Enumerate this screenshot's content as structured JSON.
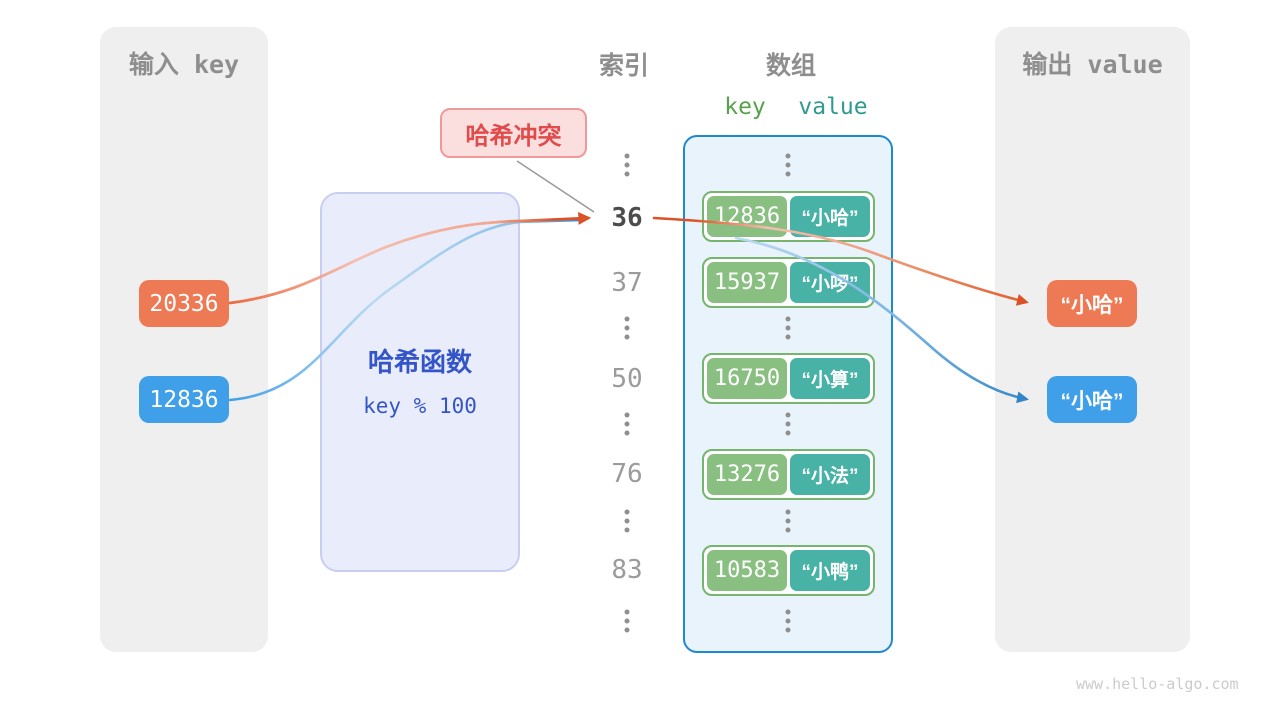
{
  "watermark": "www.hello-algo.com",
  "colors": {
    "orange_accent": "#ee7a55",
    "orange_arrow": "#dc5226",
    "blue_accent": "#3f9fe8",
    "blue_arrow": "#3285c8",
    "key_green": "#8abf82",
    "value_teal": "#49b2a7",
    "pair_border_green": "#77b56e",
    "array_border_blue": "#1e88d0",
    "array_bg": "#e8f3fb",
    "hash_box_bg": "#e9edfb",
    "hash_text_blue": "#3355c9",
    "collision_bg": "#fbdede",
    "collision_red": "#e04b4b",
    "panel_gray": "#efefef",
    "title_gray": "#8e8e8e"
  },
  "input_panel": {
    "title": "输入 key",
    "keys": [
      "20336",
      "12836"
    ]
  },
  "hash_function": {
    "name": "哈希函数",
    "formula": "key % 100"
  },
  "collision": {
    "label": "哈希冲突"
  },
  "index_column": {
    "title": "索引",
    "indices": [
      "36",
      "37",
      "50",
      "76",
      "83"
    ],
    "highlighted_index": "36"
  },
  "array_panel": {
    "title": "数组",
    "key_header": "key",
    "value_header": "value",
    "rows": [
      {
        "key": "12836",
        "value": "“小哈”"
      },
      {
        "key": "15937",
        "value": "“小啰”"
      },
      {
        "key": "16750",
        "value": "“小算”"
      },
      {
        "key": "13276",
        "value": "“小法”"
      },
      {
        "key": "10583",
        "value": "“小鸭”"
      }
    ]
  },
  "output_panel": {
    "title": "输出 value",
    "values": [
      "“小哈”",
      "“小哈”"
    ]
  }
}
